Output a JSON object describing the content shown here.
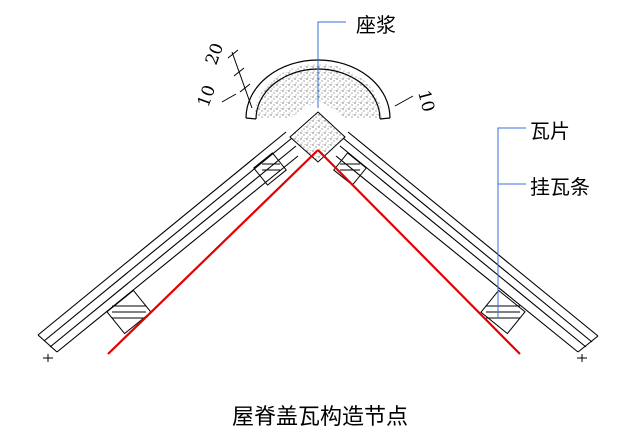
{
  "labels": {
    "mortar_bed": "座浆",
    "tile": "瓦片",
    "tile_batten": "挂瓦条",
    "dimension_20": "20",
    "dimension_10_left": "10",
    "dimension_10_right": "10"
  },
  "caption": "屋脊盖瓦构造节点",
  "colors": {
    "background": "#ffffff",
    "line": "#000000",
    "rafter_line": "#e60000",
    "leader_line": "#3a6fd8",
    "mortar_stipple": "#6b6b6b"
  }
}
